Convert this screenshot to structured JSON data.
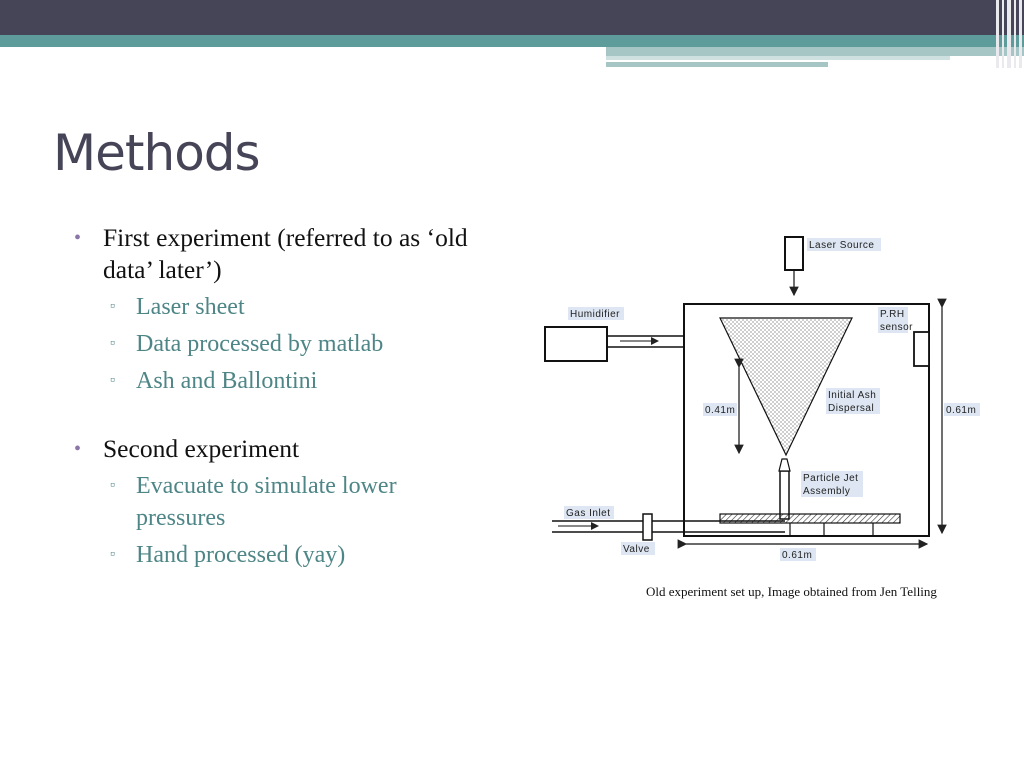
{
  "slide": {
    "title": "Methods",
    "bullets": [
      {
        "text": "First experiment (referred to as ‘old data’ later’)",
        "subitems": [
          "Laser sheet",
          "Data processed by matlab",
          "Ash and Ballontini"
        ]
      },
      {
        "text": "Second experiment",
        "subitems": [
          "Evacuate to simulate lower pressures",
          "Hand processed (yay)"
        ]
      }
    ],
    "caption": "Old experiment set up, Image obtained from Jen Telling"
  },
  "diagram": {
    "labels": {
      "laser_source": "Laser Source",
      "humidifier": "Humidifier",
      "prh_sensor_line1": "P.RH",
      "prh_sensor_line2": "sensor",
      "height_041": "0.41m",
      "height_061": "0.61m",
      "ash_line1": "Initial Ash",
      "ash_line2": "Dispersal",
      "jet_line1": "Particle Jet",
      "jet_line2": "Assembly",
      "gas_inlet": "Gas Inlet",
      "valve": "Valve",
      "width_061": "0.61m"
    }
  },
  "colors": {
    "header_dark": "#464457",
    "header_teal": "#5e9b9b",
    "title": "#464457",
    "bullet_dot": "#8b76a8",
    "subitem_text": "#4e8586"
  }
}
